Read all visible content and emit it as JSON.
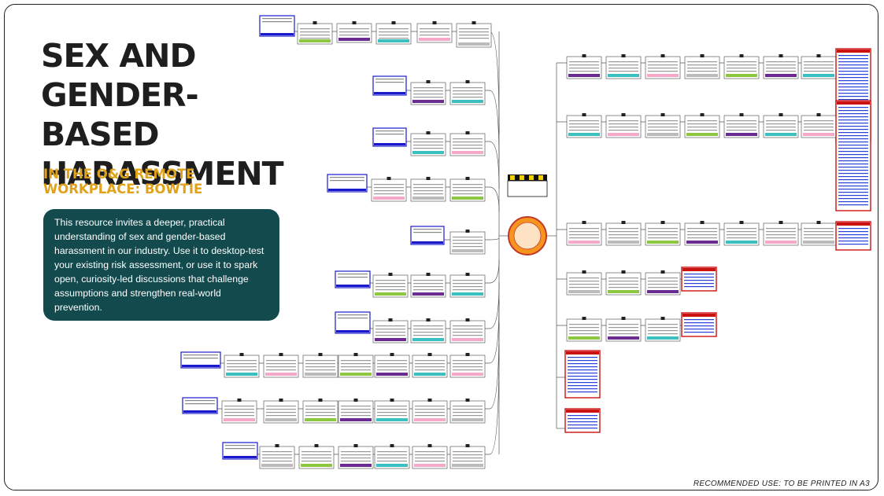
{
  "title": "SEX AND GENDER-BASED HARASSMENT",
  "subtitle": "IN THE O&G REMOTE WORKPLACE: BOWTIE",
  "description": "This resource invites a deeper, practical understanding of sex and gender-based harassment in our industry. Use it to desktop-test your existing risk assessment, or use it to spark open, curiosity-led discussions that challenge assumptions and strengthen real-world prevention.",
  "footer": "RECOMMENDED USE: TO BE PRINTED IN A3",
  "colors": {
    "title": "#1e1e1e",
    "subtitle": "#e0a21b",
    "panel": "#124a4e",
    "threat_border": "#1a1acc",
    "consequence_border": "#cc1111",
    "top_event": "#f7941d",
    "tag_green": "#8dc63f",
    "tag_purple": "#6a2c91",
    "tag_teal": "#3bbfbf",
    "tag_pink": "#f5a9c8",
    "tag_grey": "#bbbbbb"
  },
  "icons": [
    "hazard-stripe-icon",
    "top-event-circle-icon",
    "binder-clip-icon"
  ]
}
